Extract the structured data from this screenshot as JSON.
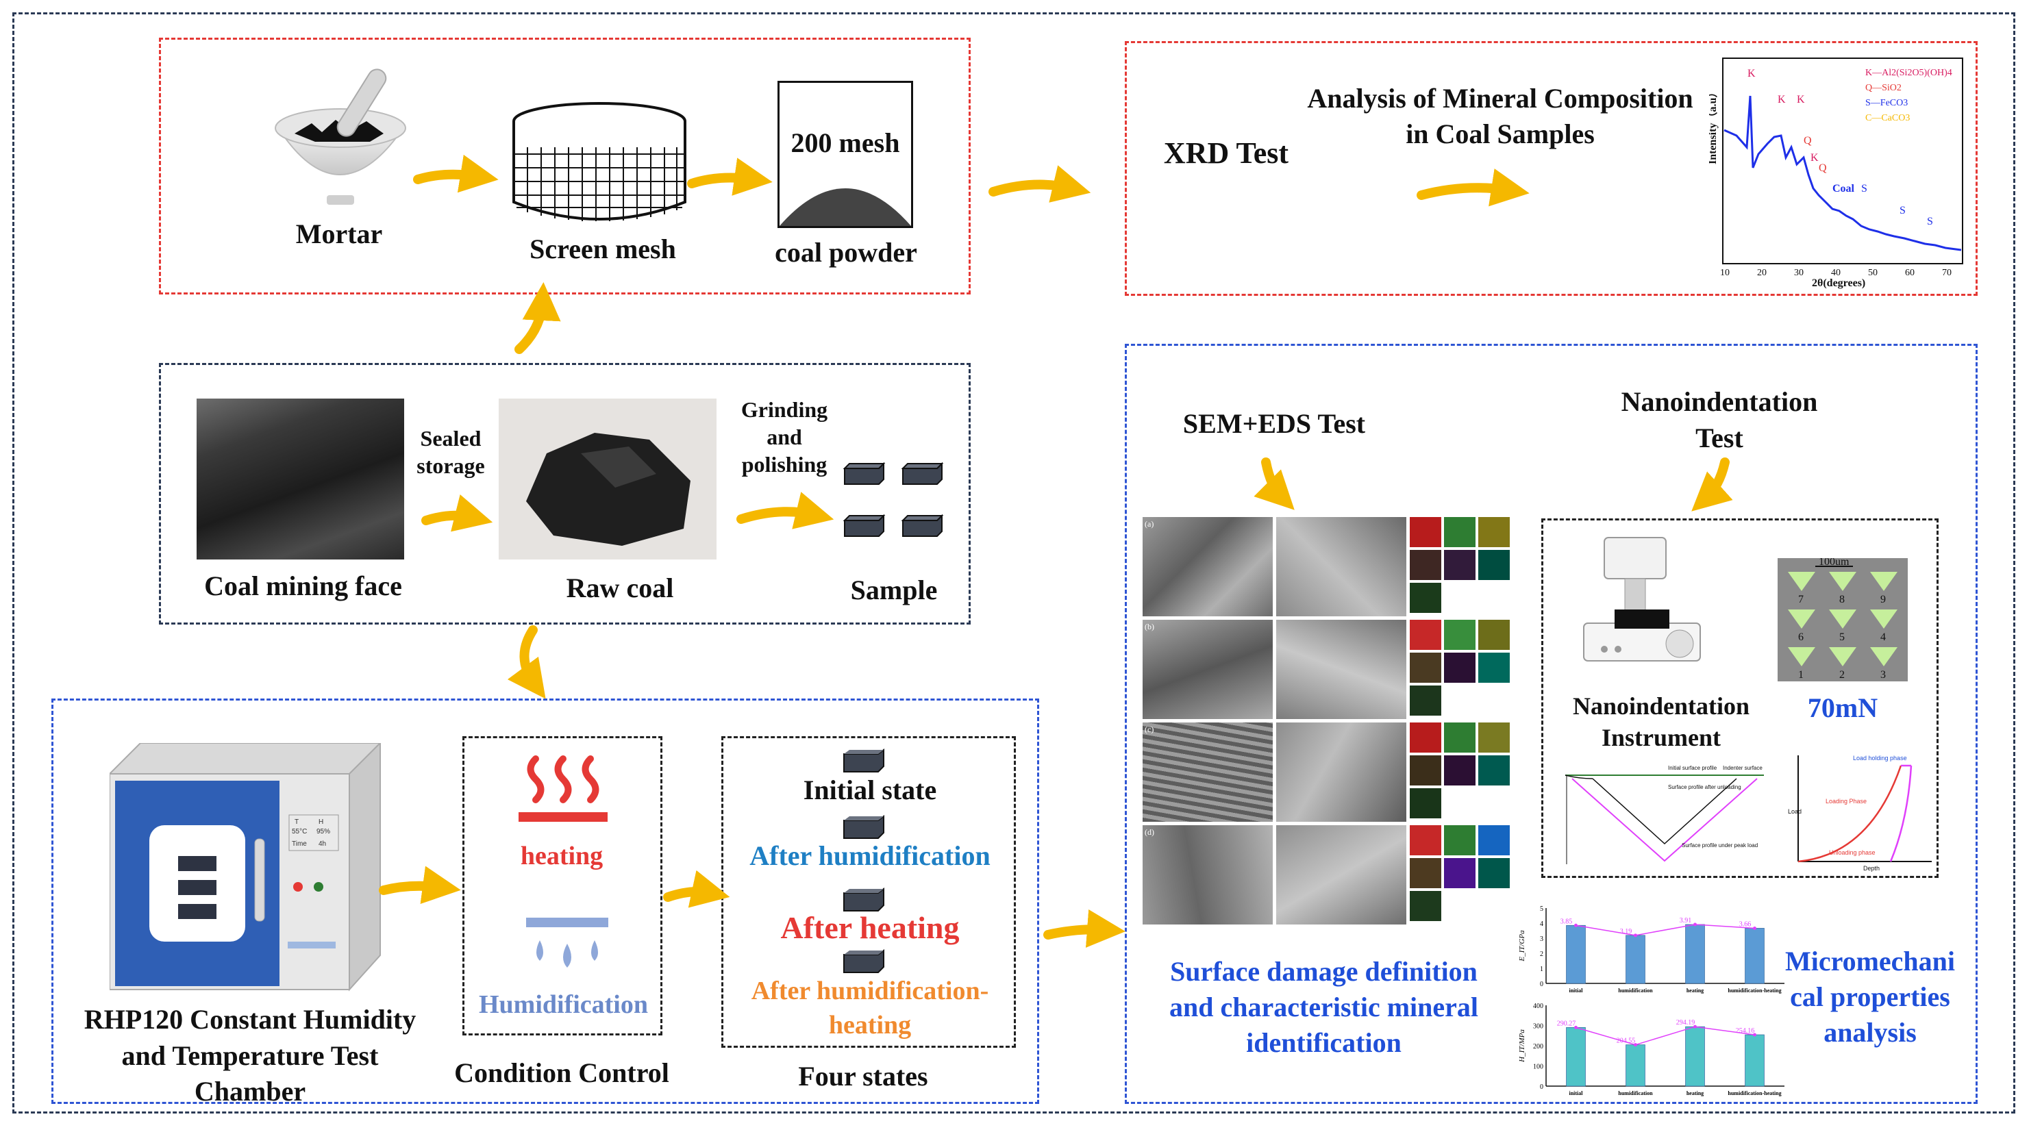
{
  "prep": {
    "mortar": "Mortar",
    "screen_mesh": "Screen mesh",
    "mesh_size": "200 mesh",
    "coal_powder": "coal powder"
  },
  "xrd": {
    "title": "XRD Test",
    "analysis_line1": "Analysis of Mineral Composition",
    "analysis_line2": "in Coal Samples",
    "chart_legend": [
      "K—Al2(Si2O5)(OH)4",
      "Q—SiO2",
      "S—FeCO3",
      "C—CaCO3"
    ],
    "chart_ylabel": "Intensity（a.u）",
    "chart_xlabel": "2θ(degrees)",
    "chart_xticks": [
      "10",
      "20",
      "30",
      "40",
      "50",
      "60",
      "70"
    ],
    "series_label": "Coal",
    "peak_labels": [
      "K",
      "K",
      "K",
      "Q",
      "Q",
      "K",
      "S",
      "S",
      "S"
    ]
  },
  "sampling": {
    "mining_face": "Coal mining face",
    "sealed1": "Sealed",
    "sealed2": "storage",
    "raw_coal": "Raw coal",
    "grind1": "Grinding",
    "grind2": "and",
    "grind3": "polishing",
    "sample": "Sample"
  },
  "chamber": {
    "title_line1": "RHP120 Constant Humidity",
    "title_line2": "and Temperature Test",
    "title_line3": "Chamber",
    "display": [
      "T",
      "H",
      "55°C",
      "95%",
      "Time",
      "4h"
    ]
  },
  "condition": {
    "heating": "heating",
    "humidification": "Humidification",
    "caption": "Condition Control"
  },
  "states": {
    "initial": "Initial state",
    "after_humid": "After humidification",
    "after_heating": "After heating",
    "after_hh1": "After humidification-",
    "after_hh2": "heating",
    "caption": "Four states"
  },
  "sem": {
    "title": "SEM+EDS  Test",
    "desc1": "Surface damage definition",
    "desc2": "and characteristic mineral",
    "desc3": "identification",
    "row_labels": [
      "(a)",
      "(b)",
      "(c)",
      "(d)"
    ]
  },
  "nano": {
    "title1": "Nanoindentation",
    "title2": "Test",
    "instrument1": "Nanoindentation",
    "instrument2": "Instrument",
    "force": "70mN",
    "scale": "100um",
    "grid_numbers": [
      "7",
      "8",
      "9",
      "6",
      "5",
      "4",
      "1",
      "2",
      "3"
    ],
    "profile_labels": [
      "Initial surface profile",
      "Indenter surface",
      "Surface profile after unloading",
      "Surface profile under peak load"
    ],
    "curve_labels": [
      "Load holding phase",
      "Loading Phase",
      "Unloading phase",
      "Load",
      "Depth"
    ]
  },
  "micro": {
    "title1": "Micromechani",
    "title2": "cal properties",
    "title3": "analysis"
  },
  "chart_data": [
    {
      "type": "bar",
      "categories": [
        "initial",
        "humidification",
        "heating",
        "humidification-heating"
      ],
      "values": [
        3.85,
        3.19,
        3.91,
        3.66
      ],
      "value_labels": [
        "3.85",
        "3.19",
        "3.91",
        "3.66"
      ],
      "ylabel": "E_IT/GPa",
      "ylim": [
        0,
        5
      ],
      "yticks": [
        "0",
        "1",
        "2",
        "3",
        "4",
        "5"
      ],
      "color": "#5b9bd5",
      "line_color": "#e040fb"
    },
    {
      "type": "bar",
      "categories": [
        "initial",
        "humidification",
        "heating",
        "humidification-heating"
      ],
      "values": [
        290.27,
        204.55,
        294.19,
        254.16
      ],
      "value_labels": [
        "290.27",
        "204.55",
        "294.19",
        "254.16"
      ],
      "ylabel": "H_IT/MPa",
      "ylim": [
        0,
        400
      ],
      "yticks": [
        "0",
        "100",
        "200",
        "300",
        "400"
      ],
      "color": "#4fc3c7",
      "line_color": "#e040fb"
    }
  ],
  "colors": {
    "arrow": "#f5b800",
    "red": "#e53935",
    "blue": "#1f4fd8",
    "teal": "#1e7fc4",
    "orange": "#f08a2e",
    "frame": "#2b3a55"
  }
}
